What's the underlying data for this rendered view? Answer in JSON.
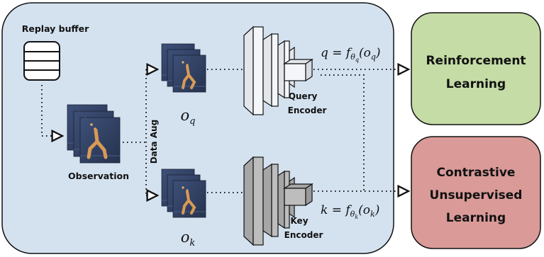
{
  "diagram": {
    "replay_buffer_label": "Replay buffer",
    "observation_label": "Observation",
    "data_aug_label": "Data Aug",
    "query_view": {
      "symbol": "o",
      "subscript": "q"
    },
    "key_view": {
      "symbol": "o",
      "subscript": "k"
    },
    "query_encoder": {
      "line1": "Query",
      "line2": "Encoder"
    },
    "key_encoder": {
      "line1": "Key",
      "line2": "Encoder"
    },
    "query_formula": {
      "lhs": "q = f",
      "sub": "θ",
      "subsub": "q",
      "arg_open": "(o",
      "arg_sub": "q",
      "arg_close": ")"
    },
    "key_formula": {
      "lhs": "k = f",
      "sub": "θ",
      "subsub": "k",
      "arg_open": "(o",
      "arg_sub": "k",
      "arg_close": ")"
    },
    "rl_box": {
      "line1": "Reinforcement",
      "line2": "Learning"
    },
    "cul_box": {
      "line1": "Contrastive",
      "line2": "Unsupervised",
      "line3": "Learning"
    }
  },
  "colors": {
    "panel_fill": "#d4e2f0",
    "rl_fill": "#c5dca6",
    "cul_fill": "#d99a98",
    "query_encoder_fill": "#eef1f5",
    "key_encoder_fill": "#b9b9b9",
    "frame_bg": "#2f3f63",
    "body_color": "#d99a55"
  },
  "icons": [
    "database-icon",
    "walker-frame-icon",
    "arrow-head-icon"
  ]
}
